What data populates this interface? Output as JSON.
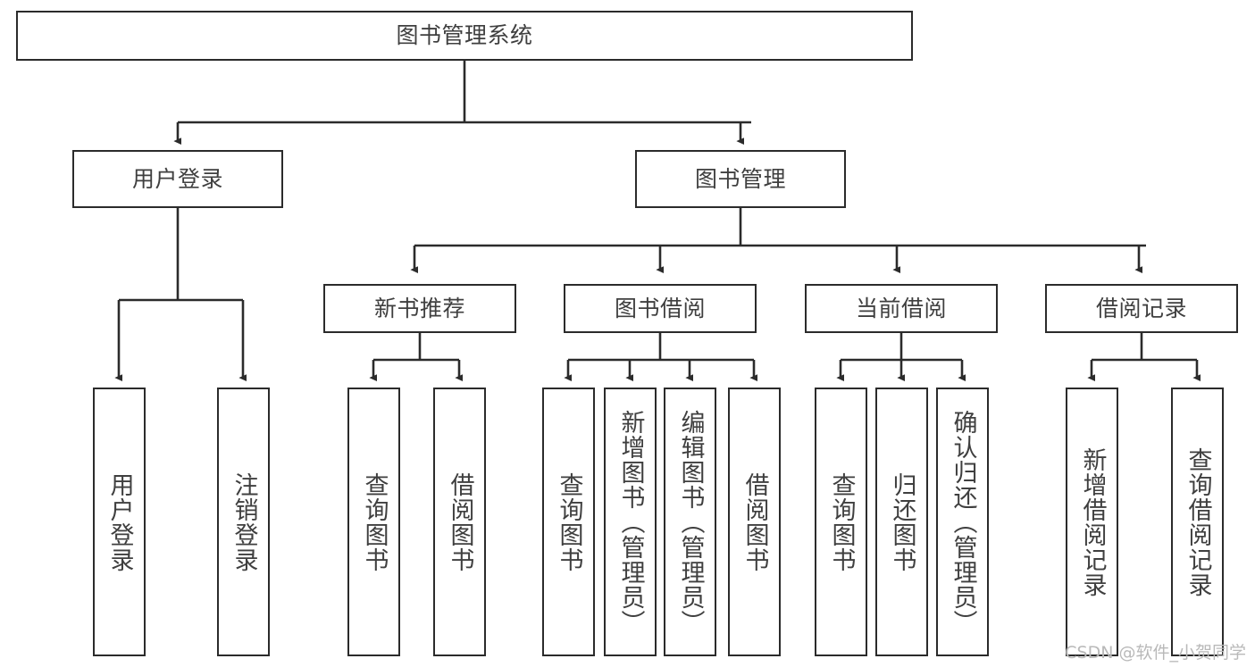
{
  "diagram": {
    "title": "图书管理系统",
    "watermark": "CSDN @软件_小贺同学",
    "colors": {
      "stroke": "#2b2b2b",
      "text": "#3f3f3f",
      "background": "#ffffff",
      "watermark": "#b9b9b9"
    },
    "levels": {
      "root": {
        "label": "图书管理系统"
      },
      "level2": [
        {
          "label": "用户登录"
        },
        {
          "label": "图书管理"
        }
      ],
      "level3": [
        {
          "label": "新书推荐"
        },
        {
          "label": "图书借阅"
        },
        {
          "label": "当前借阅"
        },
        {
          "label": "借阅记录"
        }
      ],
      "leaves": {
        "user_login": [
          {
            "label": "用户登录"
          },
          {
            "label": "注销登录"
          }
        ],
        "new_book_recommend": [
          {
            "label": "查询图书"
          },
          {
            "label": "借阅图书"
          }
        ],
        "book_borrow": [
          {
            "label": "查询图书"
          },
          {
            "label": "新增图书（管理员）"
          },
          {
            "label": "编辑图书（管理员）"
          },
          {
            "label": "借阅图书"
          }
        ],
        "current_borrow": [
          {
            "label": "查询图书"
          },
          {
            "label": "归还图书"
          },
          {
            "label": "确认归还（管理员）"
          }
        ],
        "borrow_record": [
          {
            "label": "新增借阅记录"
          },
          {
            "label": "查询借阅记录"
          }
        ]
      }
    }
  }
}
